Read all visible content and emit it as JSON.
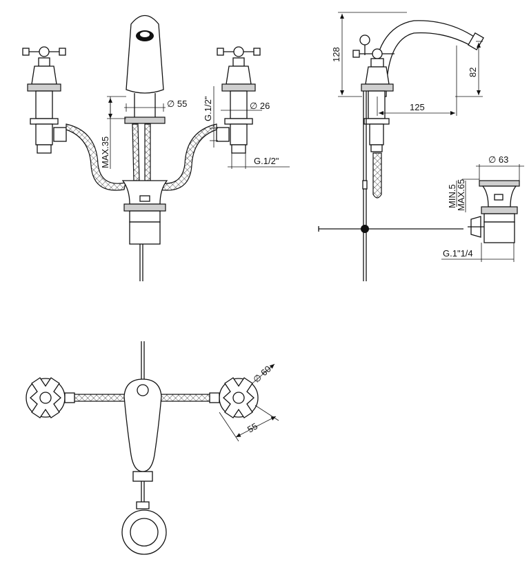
{
  "drawing": {
    "front_view": {
      "dim_spout_base": "∅ 55",
      "dim_valve_body": "∅ 26",
      "dim_thread_vertical": "G.1/2\"",
      "dim_thread_horizontal": "G.1/2\"",
      "dim_max_deck": "MAX.35"
    },
    "side_view": {
      "dim_height": "128",
      "dim_spout_height": "82",
      "dim_reach": "125"
    },
    "waste_detail": {
      "dim_diameter": "∅ 63",
      "dim_min": "MIN.5",
      "dim_max": "MAX.65",
      "dim_thread": "G.1\"1/4"
    },
    "plan_view": {
      "dim_handle_dia": "∅ 60",
      "dim_offset": "55"
    }
  }
}
